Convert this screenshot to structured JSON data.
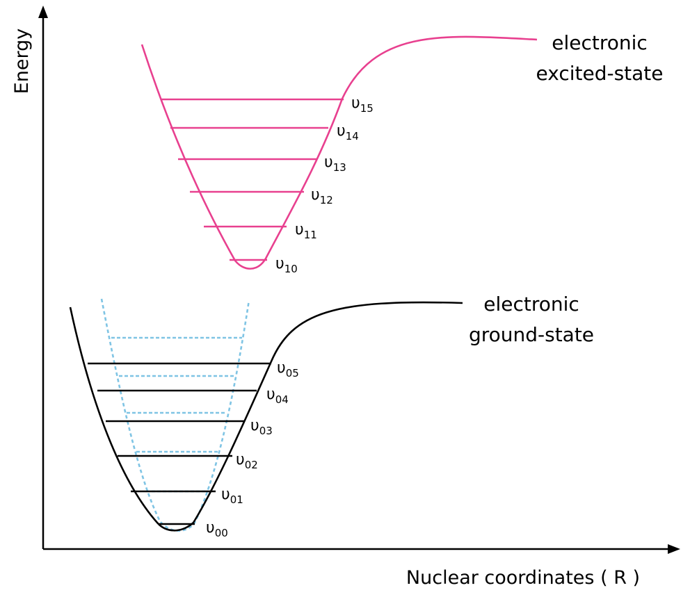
{
  "axes": {
    "y_label": "Energy",
    "x_label": "Nuclear coordinates ( R )"
  },
  "curves": {
    "excited": {
      "label_line1": "electronic",
      "label_line2": "excited-state",
      "color": "#e8408f"
    },
    "ground": {
      "label_line1": "electronic",
      "label_line2": "ground-state",
      "color": "#000000"
    },
    "harmonic": {
      "color": "#7fc4e4",
      "style": "dashed"
    }
  },
  "excited_levels": [
    {
      "symbol": "υ",
      "sub": "10"
    },
    {
      "symbol": "υ",
      "sub": "11"
    },
    {
      "symbol": "υ",
      "sub": "12"
    },
    {
      "symbol": "υ",
      "sub": "13"
    },
    {
      "symbol": "υ",
      "sub": "14"
    },
    {
      "symbol": "υ",
      "sub": "15"
    }
  ],
  "ground_levels": [
    {
      "symbol": "υ",
      "sub": "00"
    },
    {
      "symbol": "υ",
      "sub": "01"
    },
    {
      "symbol": "υ",
      "sub": "02"
    },
    {
      "symbol": "υ",
      "sub": "03"
    },
    {
      "symbol": "υ",
      "sub": "04"
    },
    {
      "symbol": "υ",
      "sub": "05"
    }
  ]
}
